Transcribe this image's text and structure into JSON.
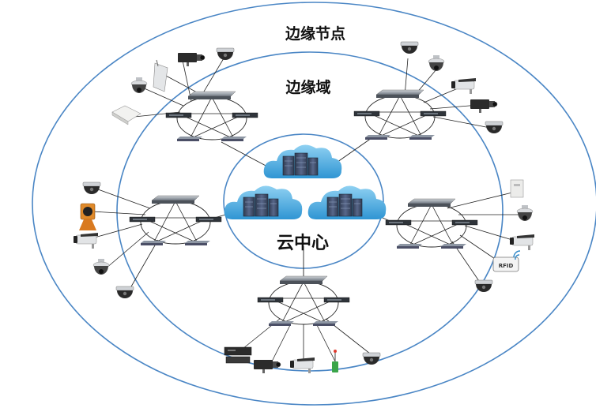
{
  "diagram": {
    "labels": {
      "outer_ring": "边缘节点",
      "middle_ring": "边缘域",
      "inner_ring": "云中心"
    },
    "badge_text": "RFID",
    "colors": {
      "ring": "#4a86c5",
      "cloud": "#3fa6dc",
      "cloud_highlight": "#8fd1f2",
      "server": "#3e4d66",
      "link": "#222222",
      "device_dark": "#2c2c2c",
      "device_light": "#d9dbde",
      "device_orange": "#e08a2a"
    },
    "clusters": [
      {
        "name": "top-left",
        "devices": [
          "box-camera-icon",
          "dome-camera-icon",
          "speed-dome-camera-icon",
          "panel-antenna-icon",
          "io-module-icon"
        ]
      },
      {
        "name": "top-right",
        "devices": [
          "dome-camera-icon",
          "speed-dome-camera-icon",
          "bullet-camera-icon",
          "box-camera-icon",
          "dome-camera-icon"
        ]
      },
      {
        "name": "left",
        "devices": [
          "dome-camera-icon",
          "industrial-camera-icon",
          "bullet-camera-icon",
          "speed-dome-camera-icon",
          "dome-camera-icon"
        ]
      },
      {
        "name": "right",
        "devices": [
          "access-panel-icon",
          "speed-dome-camera-icon",
          "bullet-camera-icon",
          "rfid-reader-icon",
          "dome-camera-icon"
        ]
      },
      {
        "name": "bottom",
        "devices": [
          "nvr-recorder-icon",
          "box-camera-icon",
          "bullet-camera-icon",
          "wireless-sensor-icon",
          "dome-camera-icon"
        ]
      }
    ],
    "clouds": [
      "cloud-server",
      "cloud-server",
      "cloud-server"
    ]
  }
}
